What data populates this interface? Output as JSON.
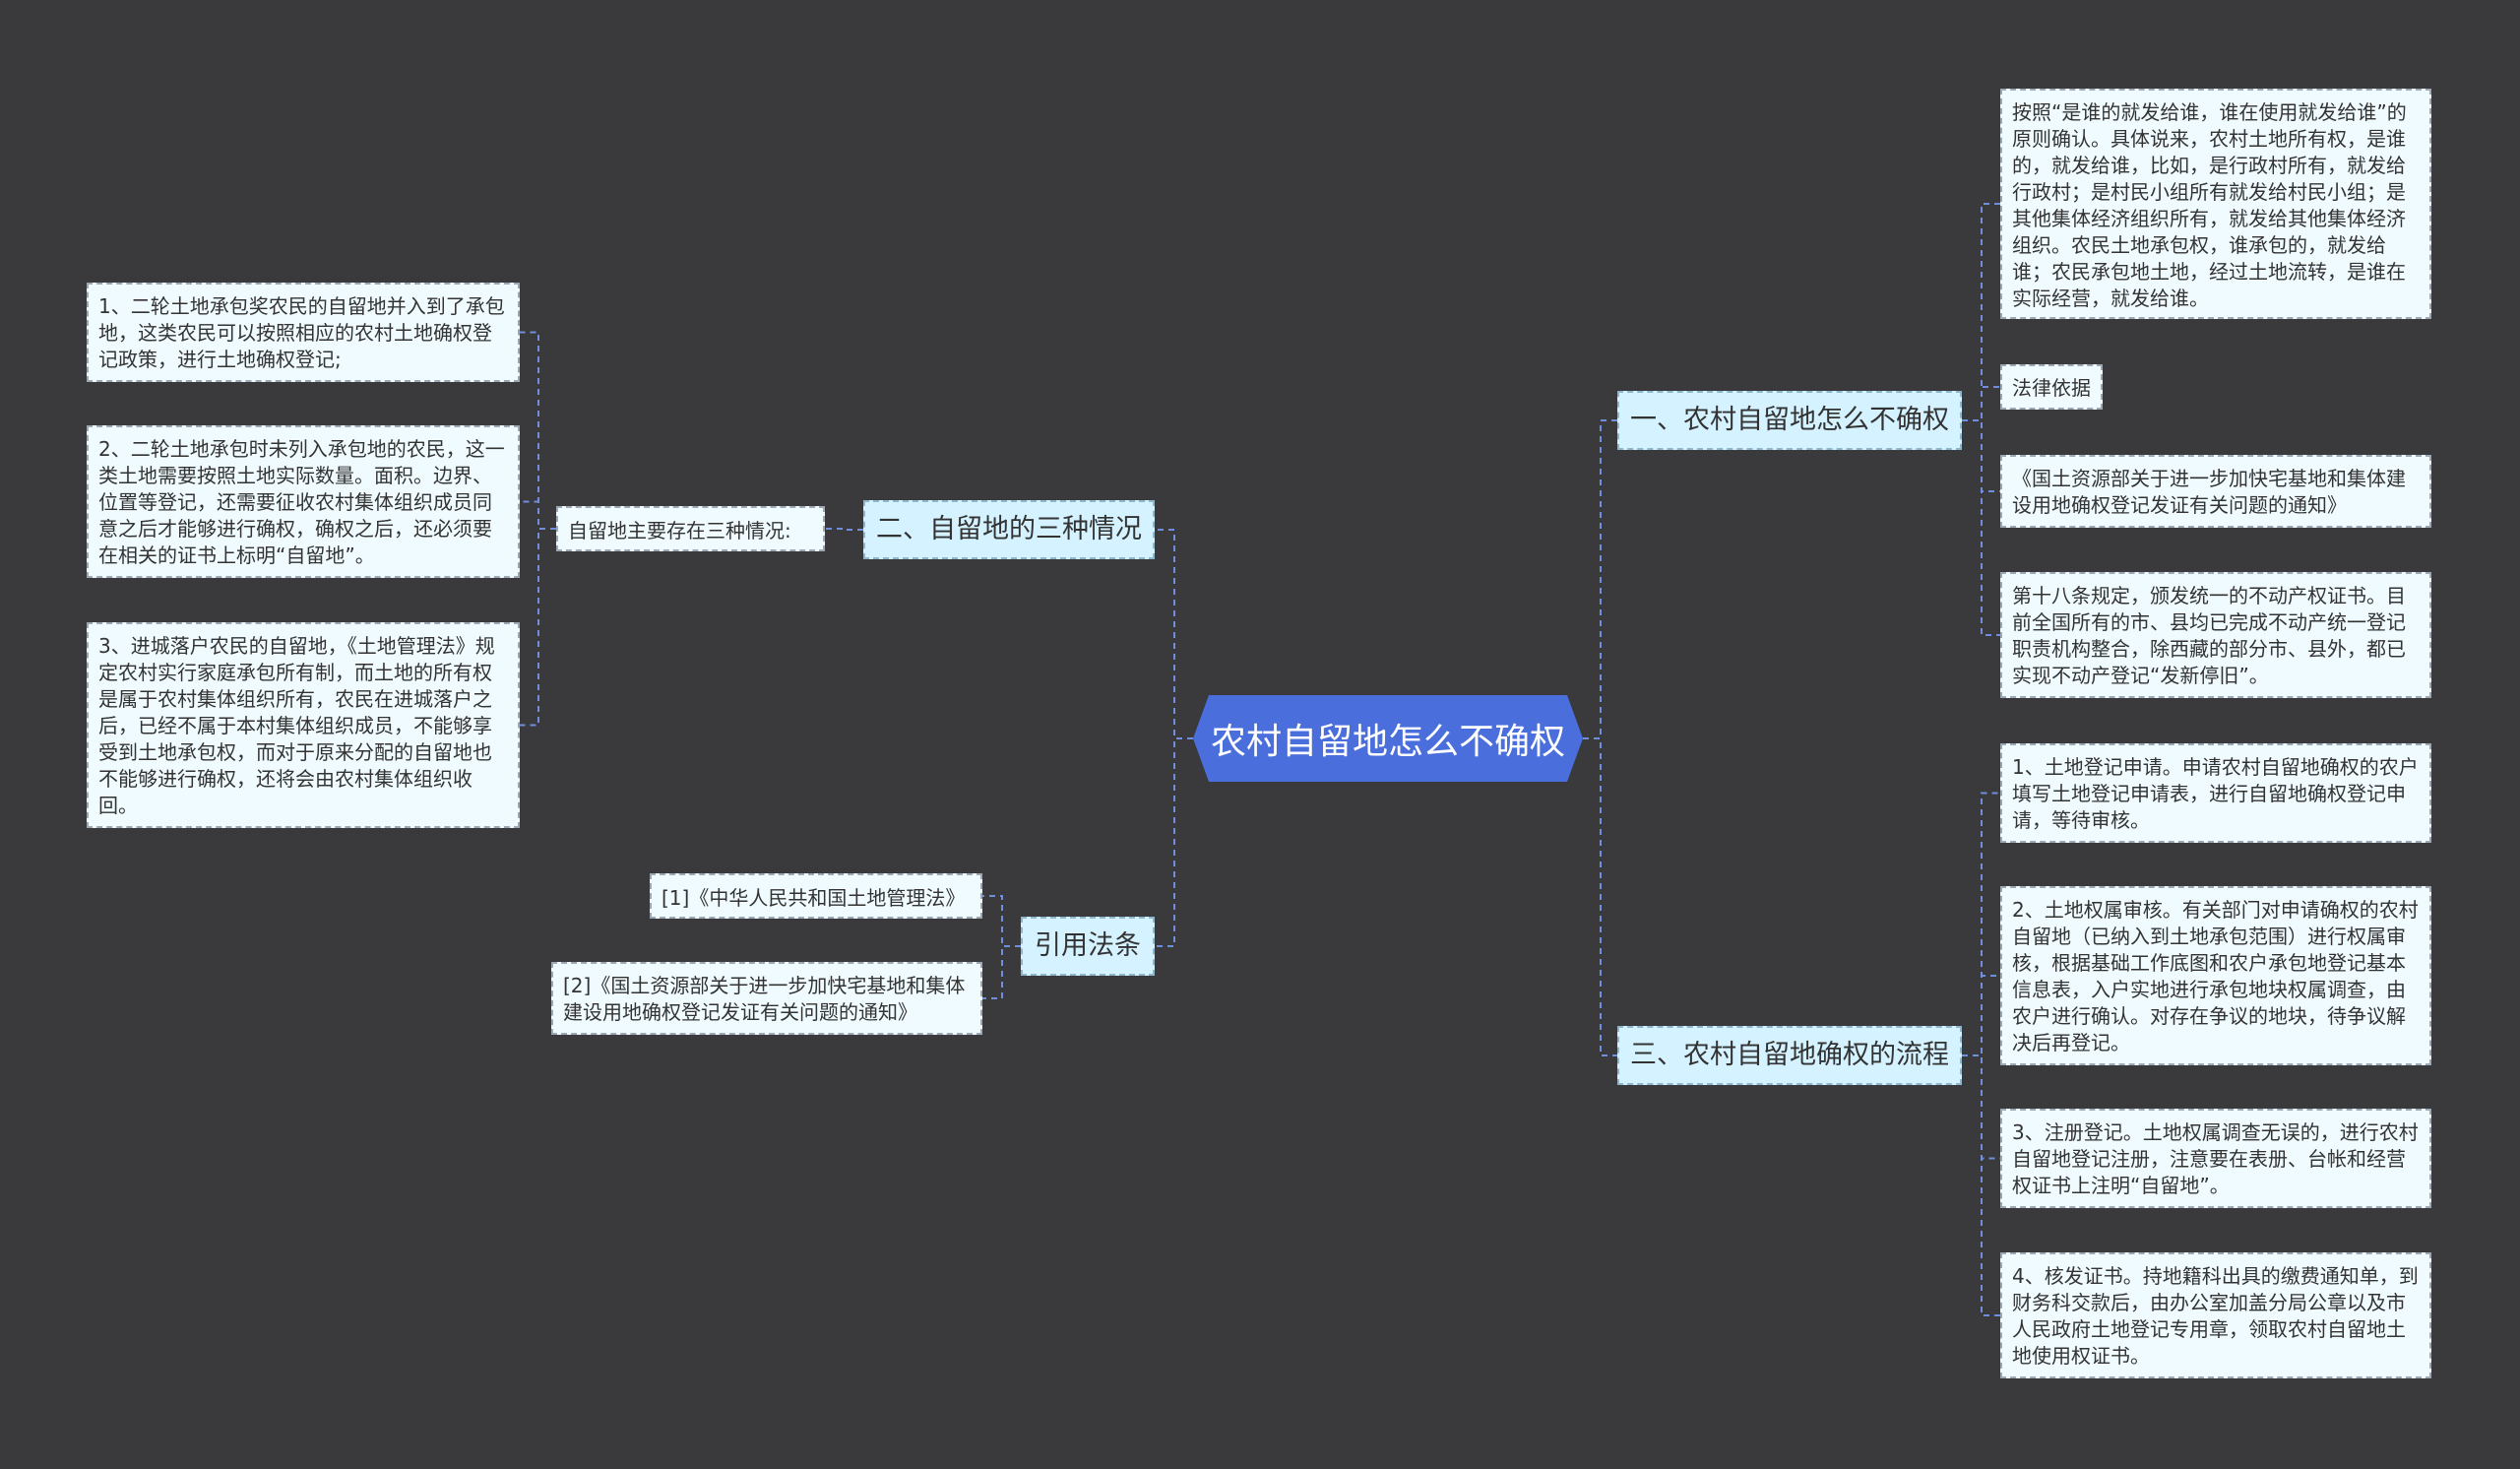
{
  "root": {
    "label": "农村自留地怎么不确权"
  },
  "branches": {
    "b1": {
      "label": "一、农村自留地怎么不确权"
    },
    "b2": {
      "label": "二、自留地的三种情况"
    },
    "b3": {
      "label": "三、农村自留地确权的流程"
    },
    "b4": {
      "label": "引用法条"
    }
  },
  "b1_children": [
    "按照“是谁的就发给谁，谁在使用就发给谁”的原则确认。具体说来，农村土地所有权，是谁的，就发给谁，比如，是行政村所有，就发给行政村；是村民小组所有就发给村民小组；是其他集体经济组织所有，就发给其他集体经济组织。农民土地承包权，谁承包的，就发给谁；农民承包地土地，经过土地流转，是谁在实际经营，就发给谁。",
    "法律依据",
    "《国土资源部关于进一步加快宅基地和集体建设用地确权登记发证有关问题的通知》",
    "第十八条规定，颁发统一的不动产权证书。目前全国所有的市、县均已完成不动产统一登记职责机构整合，除西藏的部分市、县外，都已实现不动产登记“发新停旧”。"
  ],
  "b2_mid": "自留地主要存在三种情况:",
  "b2_children": [
    "1、二轮土地承包奖农民的自留地并入到了承包地，这类农民可以按照相应的农村土地确权登记政策，进行土地确权登记;",
    "2、二轮土地承包时未列入承包地的农民，这一类土地需要按照土地实际数量。面积。边界、位置等登记，还需要征收农村集体组织成员同意之后才能够进行确权，确权之后，还必须要在相关的证书上标明“自留地”。",
    "3、进城落户农民的自留地，《土地管理法》规定农村实行家庭承包所有制，而土地的所有权是属于农村集体组织所有，农民在进城落户之后，已经不属于本村集体组织成员，不能够享受到土地承包权，而对于原来分配的自留地也不能够进行确权，还将会由农村集体组织收回。"
  ],
  "b3_children": [
    "1、土地登记申请。申请农村自留地确权的农户填写土地登记申请表，进行自留地确权登记申请，等待审核。",
    "2、土地权属审核。有关部门对申请确权的农村自留地（已纳入到土地承包范围）进行权属审核，根据基础工作底图和农户承包地登记基本信息表，入户实地进行承包地块权属调查，由农户进行确认。对存在争议的地块，待争议解决后再登记。",
    "3、注册登记。土地权属调查无误的，进行农村自留地登记注册，注意要在表册、台帐和经营权证书上注明“自留地”。",
    "4、核发证书。持地籍科出具的缴费通知单，到财务科交款后，由办公室加盖分局公章以及市人民政府土地登记专用章，领取农村自留地土地使用权证书。"
  ],
  "b4_children": [
    "[1]《中华人民共和国土地管理法》",
    "[2]《国土资源部关于进一步加快宅基地和集体建设用地确权登记发证有关问题的通知》"
  ],
  "colors": {
    "background": "#3a393c",
    "root_fill": "#4a6fdc",
    "branch_fill": "#d4f2ff",
    "leaf_fill": "#f0fbff",
    "connector": "#6f8fdc"
  }
}
